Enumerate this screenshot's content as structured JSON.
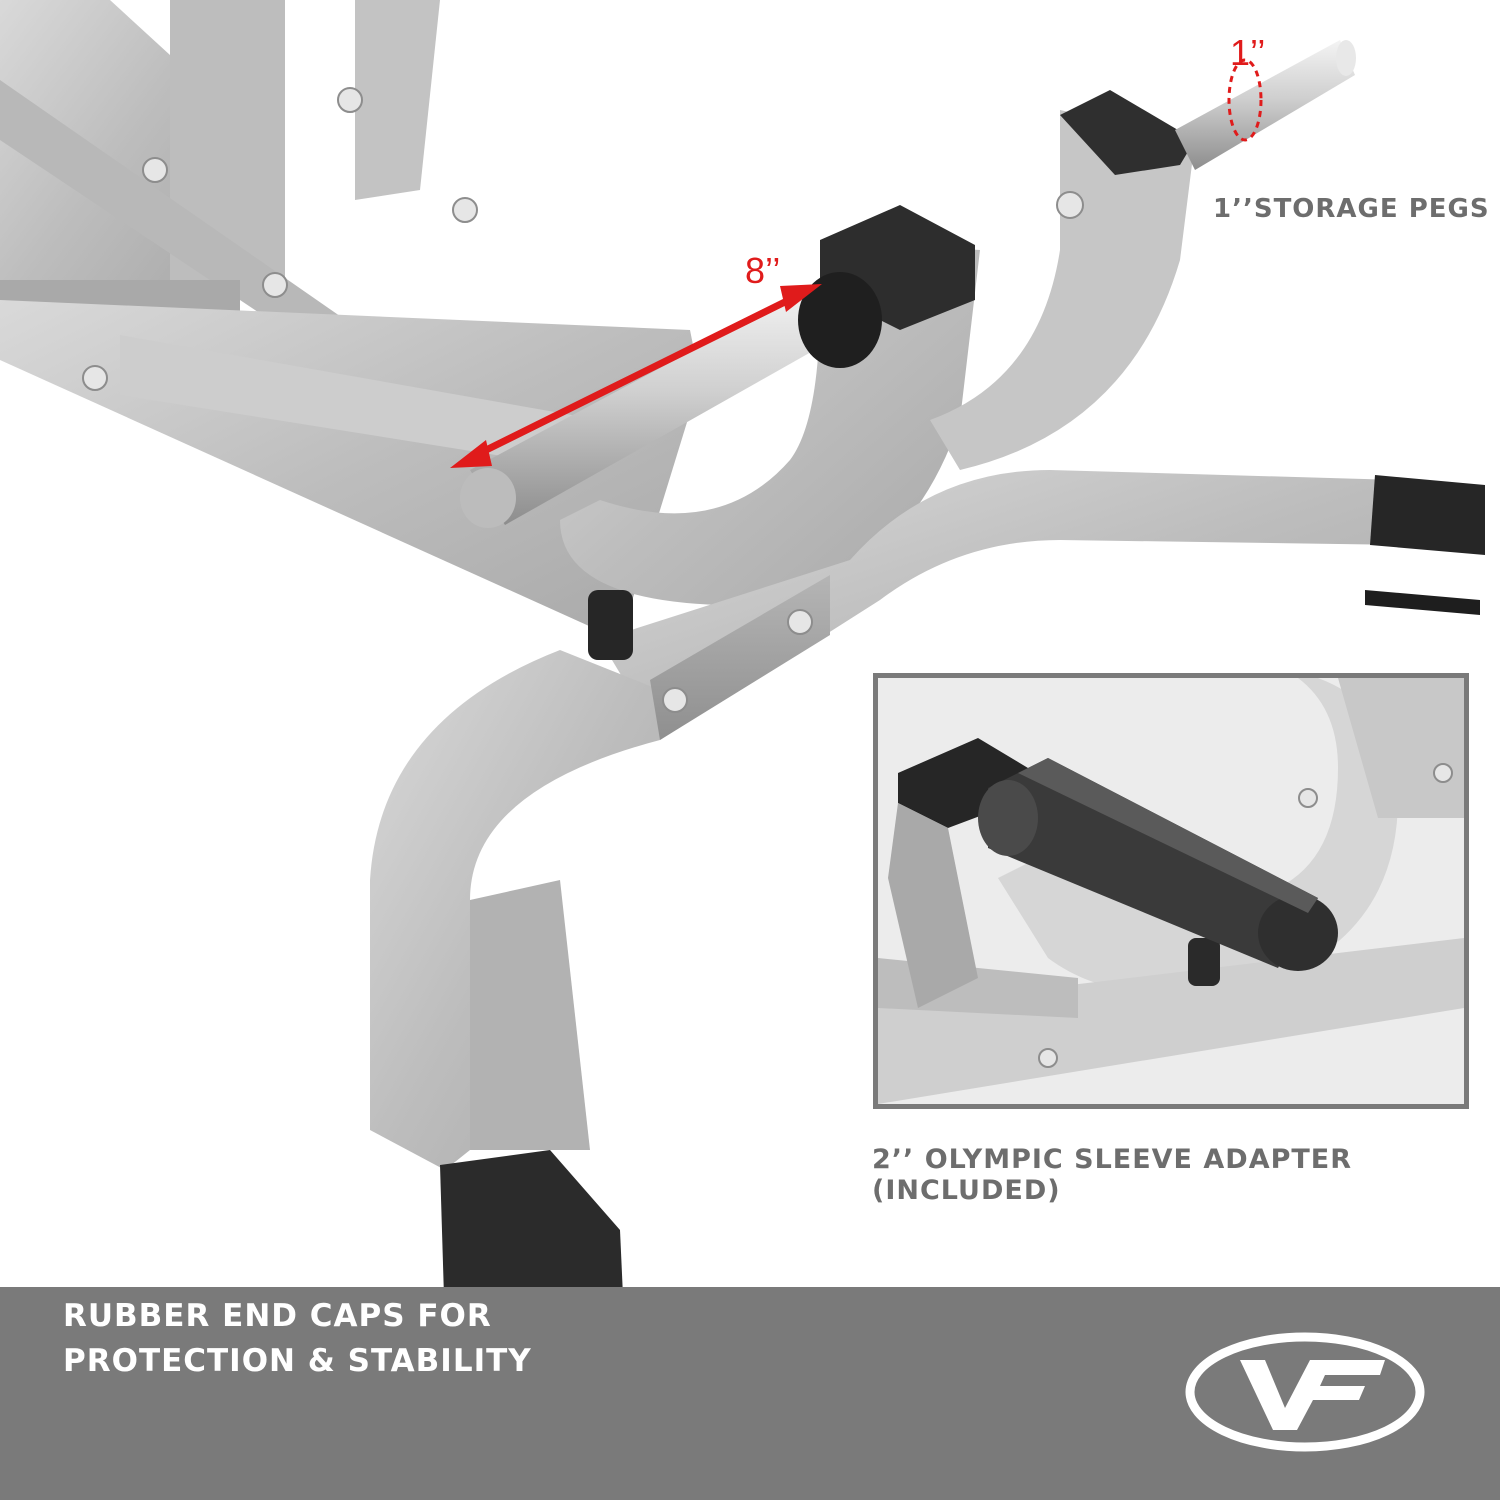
{
  "dimensions": {
    "pin_length": "8’’",
    "peg_diameter": "1’’"
  },
  "captions": {
    "storage_pegs": "1’’STORAGE PEGS",
    "sleeve_adapter": "2’’ OLYMPIC SLEEVE ADAPTER (INCLUDED)"
  },
  "footer": {
    "line1": "RUBBER END CAPS FOR",
    "line2": "PROTECTION & STABILITY",
    "logo_text": "VF"
  },
  "colors": {
    "background": "#ffffff",
    "frame_steel": "#c9c9c9",
    "rubber": "#2a2a2a",
    "dimension_red": "#e01b1b",
    "caption_gray": "#6d6d6d",
    "footer_band": "#7a7a7a"
  }
}
